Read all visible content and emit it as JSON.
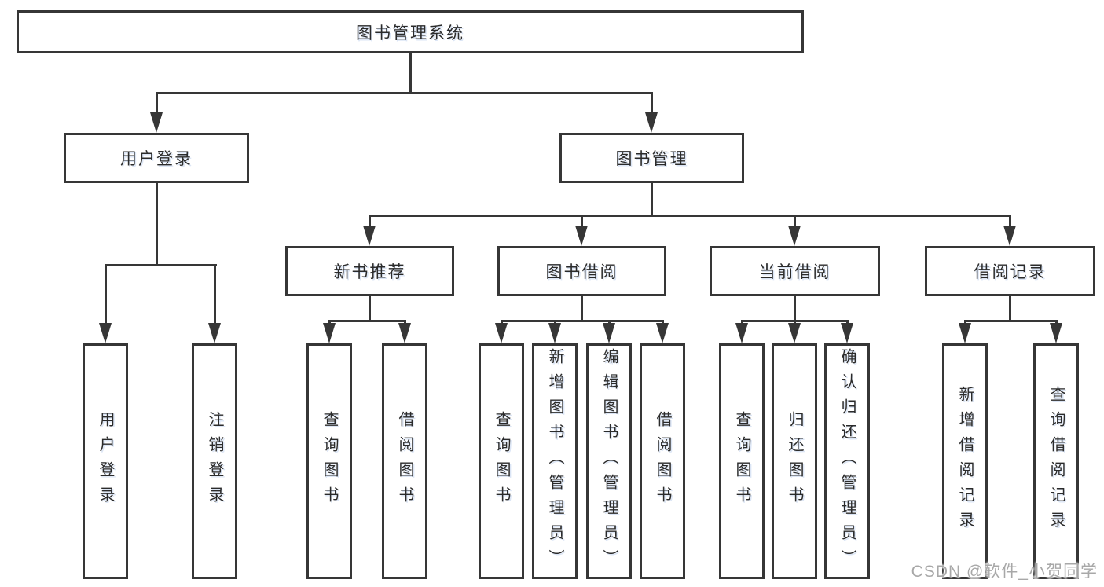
{
  "nodes": {
    "root": "图书管理系统",
    "user_login": "用户登录",
    "book_management": "图书管理",
    "new_book_recommend": "新书推荐",
    "book_borrow": "图书借阅",
    "current_borrow": "当前借阅",
    "borrow_records": "借阅记录",
    "leaf_user_login": "用户登录",
    "leaf_logout": "注销登录",
    "leaf_query_books_1": "查询图书",
    "leaf_borrow_books_1": "借阅图书",
    "leaf_query_books_2": "查询图书",
    "leaf_add_books_admin": "新增图书（管理员）",
    "leaf_edit_books_admin": "编辑图书（管理员）",
    "leaf_borrow_books_2": "借阅图书",
    "leaf_query_books_3": "查询图书",
    "leaf_return_books": "归还图书",
    "leaf_confirm_return_admin": "确认归还（管理员）",
    "leaf_add_borrow_record": "新增借阅记录",
    "leaf_query_borrow_record": "查询借阅记录"
  },
  "watermark": "CSDN @软件_小贺同学",
  "colors": {
    "line": "#363636",
    "text": "#2b2b2b",
    "background": "#ffffff",
    "watermark": "#a8a8a8"
  }
}
